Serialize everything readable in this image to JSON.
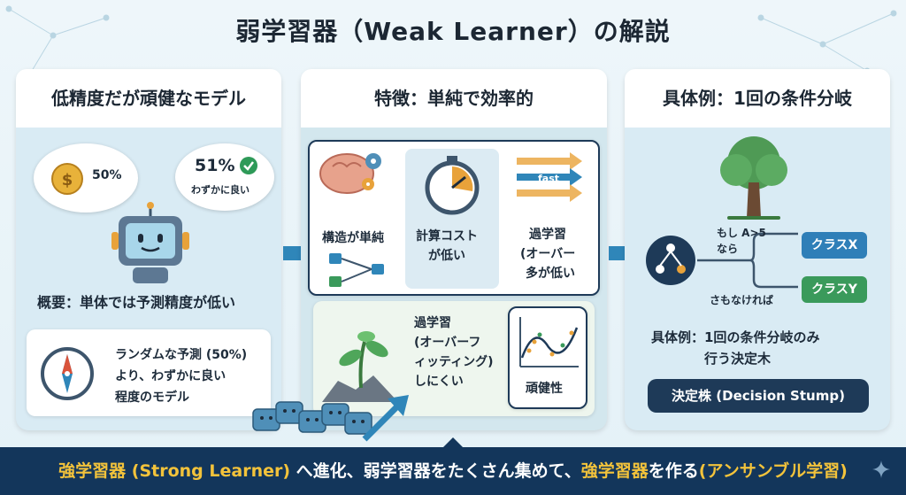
{
  "title": "弱学習器（Weak Learner）の解説",
  "panel1": {
    "heading": "低精度だが頑健なモデル",
    "bubble_left": "50%",
    "bubble_right_pct": "51%",
    "bubble_right_sub": "わずかに良い",
    "summary": "概要：単体では予測精度が低い",
    "note_lines": [
      "ランダムな予測 (50%)",
      "より、わずかに良い",
      "程度のモデル"
    ]
  },
  "panel2": {
    "heading": "特徴：単純で効率的",
    "item_simple": "構造が単純",
    "item_cost_lines": [
      "計算コスト",
      "が低い"
    ],
    "item_fast_label": "fast",
    "item_overfit_lines": [
      "過学習",
      "(オーバー",
      "多が低い"
    ],
    "overfit2_lines": [
      "過学習",
      "(オーバーフ",
      "ィッティング)",
      "しにくい"
    ],
    "robust": "頑健性"
  },
  "panel3": {
    "heading": "具体例：1回の条件分岐",
    "cond_lines": [
      "もし A>5",
      "なら"
    ],
    "else_label": "さもなければ",
    "class_x": "クラスX",
    "class_y": "クラスY",
    "desc_lines": [
      "具体例：1回の条件分岐のみ",
      "行う決定木"
    ],
    "stump": "決定株 (Decision Stump)"
  },
  "footer": {
    "part1": "強学習器 (Strong Learner)",
    "part2": " へ進化、弱学習器をたくさん集めて、",
    "part3": "強学習器",
    "part4": "を作る",
    "part5": "(アンサンブル学習)"
  },
  "colors": {
    "footer_bg": "#13365b",
    "highlight": "#f3c33b",
    "class_x": "#2f7fb8",
    "class_y": "#3a9a5b",
    "arrow": "#2f86b9"
  },
  "icons": [
    "coin-icon",
    "check-icon",
    "robot-icon",
    "compass-icon",
    "brain-gear-icon",
    "stopwatch-icon",
    "fast-arrows-icon",
    "flowchart-icon",
    "sprout-icon",
    "scatter-plot-icon",
    "tree-icon",
    "decision-node-icon",
    "robot-group-icon",
    "sparkle-icon"
  ]
}
